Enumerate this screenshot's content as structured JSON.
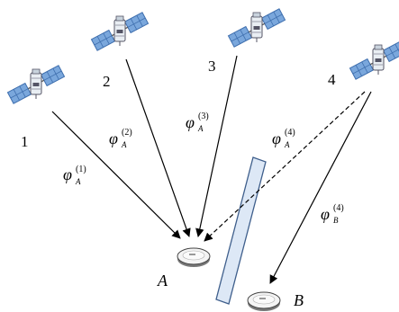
{
  "satellites": [
    {
      "id": "sat-1",
      "label": "1"
    },
    {
      "id": "sat-2",
      "label": "2"
    },
    {
      "id": "sat-3",
      "label": "3"
    },
    {
      "id": "sat-4",
      "label": "4"
    }
  ],
  "receivers": [
    {
      "id": "A",
      "label": "A"
    },
    {
      "id": "B",
      "label": "B"
    }
  ],
  "signals": [
    {
      "phi": "φ",
      "sub": "A",
      "sup": "(1)",
      "style": "solid"
    },
    {
      "phi": "φ",
      "sub": "A",
      "sup": "(2)",
      "style": "solid"
    },
    {
      "phi": "φ",
      "sub": "A",
      "sup": "(3)",
      "style": "solid"
    },
    {
      "phi": "φ",
      "sub": "A",
      "sup": "(4)",
      "style": "dashed"
    },
    {
      "phi": "φ",
      "sub": "B",
      "sup": "(4)",
      "style": "solid"
    }
  ],
  "colors": {
    "panel_blue": "#7aa7dc",
    "panel_blue_dark": "#3f6fae",
    "body_light": "#e9eef3",
    "obstacle_fill": "#dde8f6",
    "obstacle_stroke": "#3f5f8c",
    "line": "#000000"
  }
}
